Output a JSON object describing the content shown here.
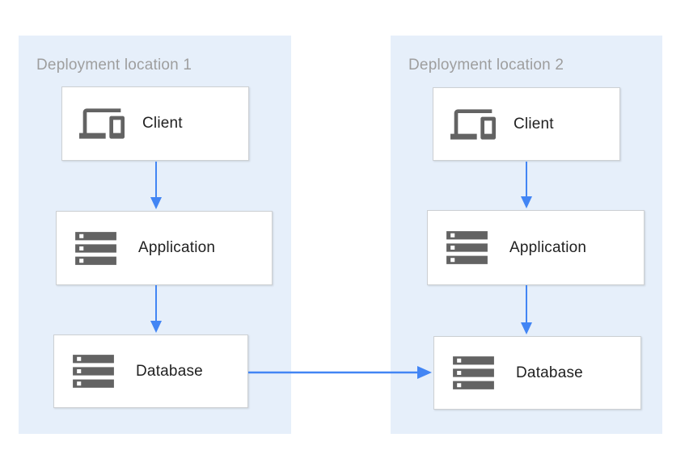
{
  "diagram": {
    "groups": [
      {
        "title": "Deployment location 1",
        "nodes": [
          {
            "label": "Client",
            "icon": "devices-icon"
          },
          {
            "label": "Application",
            "icon": "server-stack-icon"
          },
          {
            "label": "Database",
            "icon": "server-stack-icon"
          }
        ]
      },
      {
        "title": "Deployment location 2",
        "nodes": [
          {
            "label": "Client",
            "icon": "devices-icon"
          },
          {
            "label": "Application",
            "icon": "server-stack-icon"
          },
          {
            "label": "Database",
            "icon": "server-stack-icon"
          }
        ]
      }
    ],
    "connections": [
      {
        "from": "location-1-client",
        "to": "location-1-application"
      },
      {
        "from": "location-1-application",
        "to": "location-1-database"
      },
      {
        "from": "location-2-client",
        "to": "location-2-application"
      },
      {
        "from": "location-2-application",
        "to": "location-2-database"
      },
      {
        "from": "location-1-database",
        "to": "location-2-database"
      }
    ],
    "colors": {
      "page_background": "#ffffff",
      "panel_background": "#e6effa",
      "box_background": "#ffffff",
      "box_border": "#cdd0d3",
      "arrow": "#4285f4",
      "icon": "#636363",
      "title_text": "#9e9e9e",
      "label_text": "#212121"
    }
  }
}
